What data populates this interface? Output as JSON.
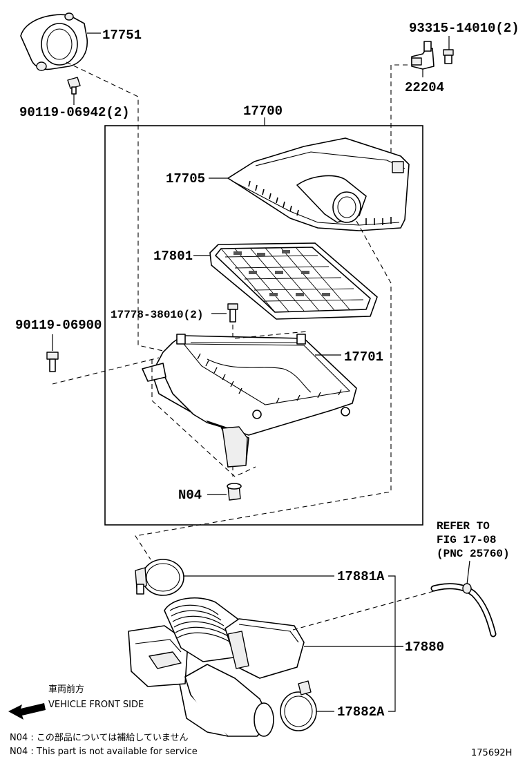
{
  "diagram_id": "175692H",
  "parts": {
    "p17751": "17751",
    "p90119_06942": "90119-06942(2)",
    "p93315_14010": "93315-14010(2)",
    "p22204": "22204",
    "p17700": "17700",
    "p17705": "17705",
    "p17801": "17801",
    "p17778_38010": "17778-38010(2)",
    "p90119_06900": "90119-06900",
    "p17701": "17701",
    "pN04": "N04",
    "p17881A": "17881A",
    "p17880": "17880",
    "p17882A": "17882A"
  },
  "refer": {
    "line1": "REFER TO",
    "line2": "FIG 17-08",
    "line3": "(PNC 25760)"
  },
  "direction": {
    "jp": "車両前方",
    "en": "VEHICLE FRONT SIDE"
  },
  "notes": {
    "jp": "N04 : この部品については補給していません",
    "en": "N04 : This part is not available for service"
  }
}
